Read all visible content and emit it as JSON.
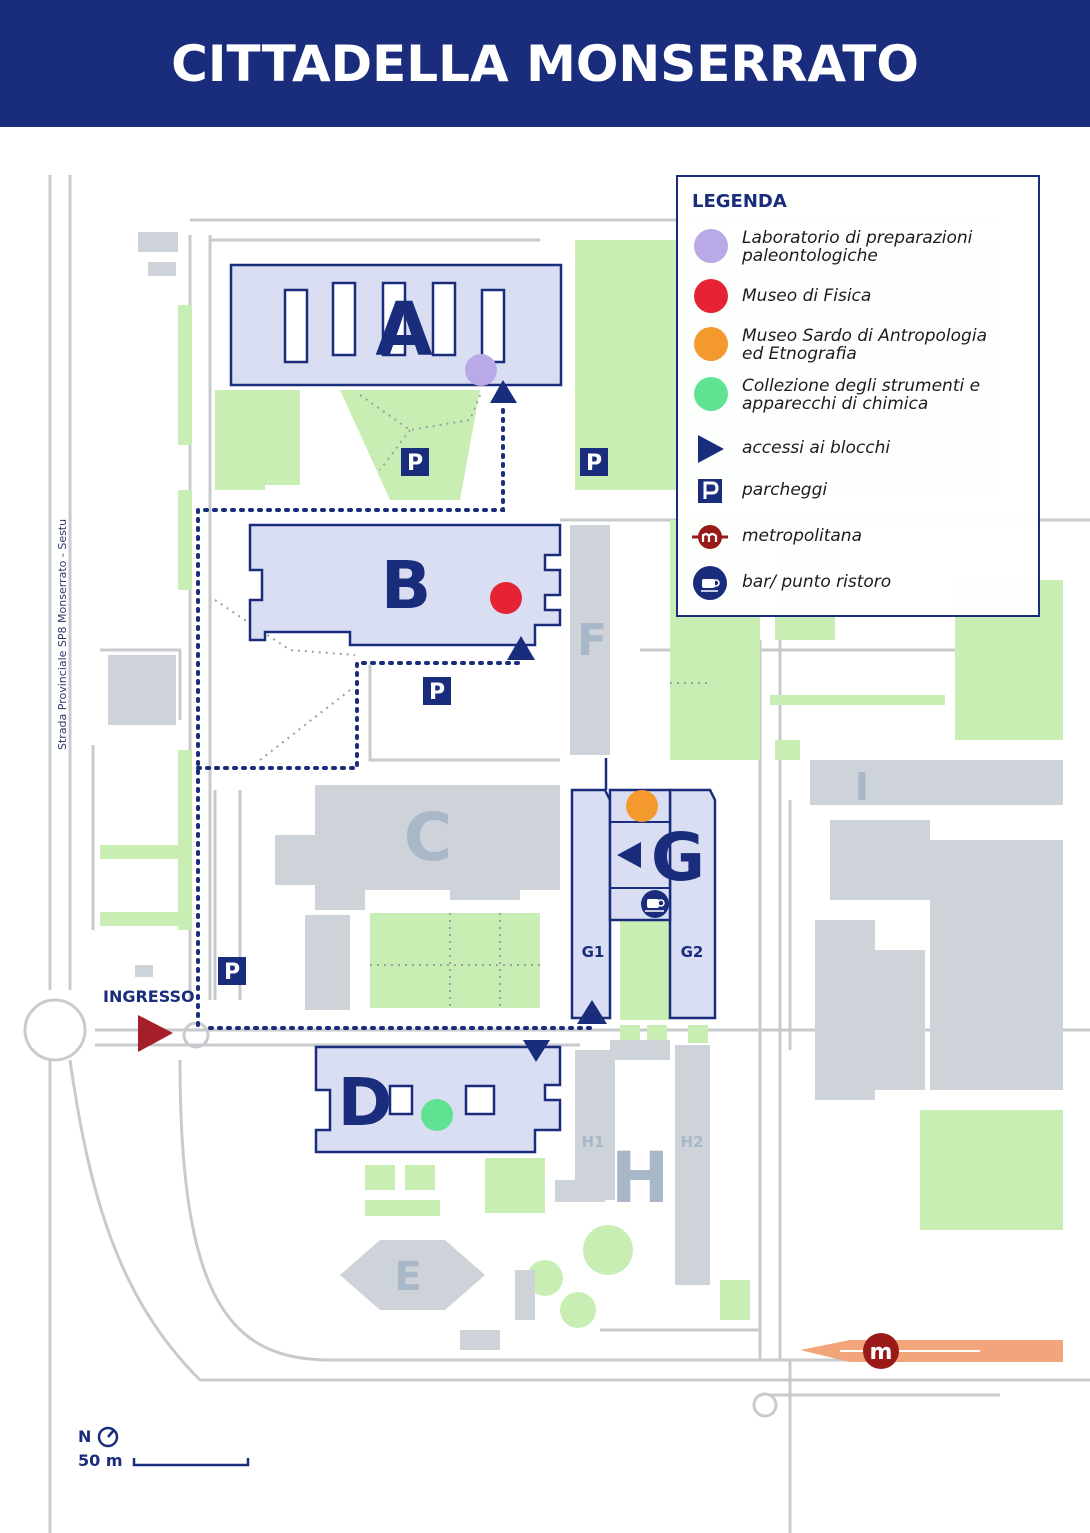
{
  "title": "CITTADELLA MONSERRATO",
  "road_label": "Strada Provinciale SP8 Monserrato - Sestu",
  "entrance_label": "INGRESSO",
  "scale": {
    "north": "N",
    "distance": "50 m"
  },
  "buildings": {
    "A": "A",
    "B": "B",
    "C": "C",
    "D": "D",
    "E": "E",
    "F": "F",
    "G": "G",
    "G1": "G1",
    "G2": "G2",
    "H": "H",
    "H1": "H1",
    "H2": "H2",
    "I": "I"
  },
  "parking_symbol": "P",
  "metro_symbol": "m",
  "legend": {
    "title": "LEGENDA",
    "items": [
      {
        "id": "paleo-lab",
        "line1": "Laboratorio di preparazioni",
        "line2": "paleontologiche",
        "color": "#b9a9e6"
      },
      {
        "id": "physics-museum",
        "line1": "Museo di Fisica",
        "line2": "",
        "color": "#e62335"
      },
      {
        "id": "anthro-museum",
        "line1": "Museo Sardo di Antropologia",
        "line2": "ed Etnografia",
        "color": "#f4992e"
      },
      {
        "id": "chem-collection",
        "line1": "Collezione degli strumenti e",
        "line2": "apparecchi di chimica",
        "color": "#5fe392"
      },
      {
        "id": "access",
        "line1": "accessi ai blocchi",
        "line2": "",
        "color": "#1a2d7c"
      },
      {
        "id": "parking",
        "line1": "parcheggi",
        "line2": "",
        "color": "#1a2d7c"
      },
      {
        "id": "metro",
        "line1": "metropolitana",
        "line2": "",
        "color": "#9a1a1a"
      },
      {
        "id": "bar",
        "line1": "bar/ punto ristoro",
        "line2": "",
        "color": "#1a2d7c"
      }
    ]
  },
  "colors": {
    "brand_navy": "#1a2d7c",
    "highlight_fill": "#d9def2",
    "grey_building": "#cdd3d8",
    "green": "#c9eeb4",
    "entrance_red": "#a61e2a",
    "metro_orange": "#f2a57a"
  }
}
